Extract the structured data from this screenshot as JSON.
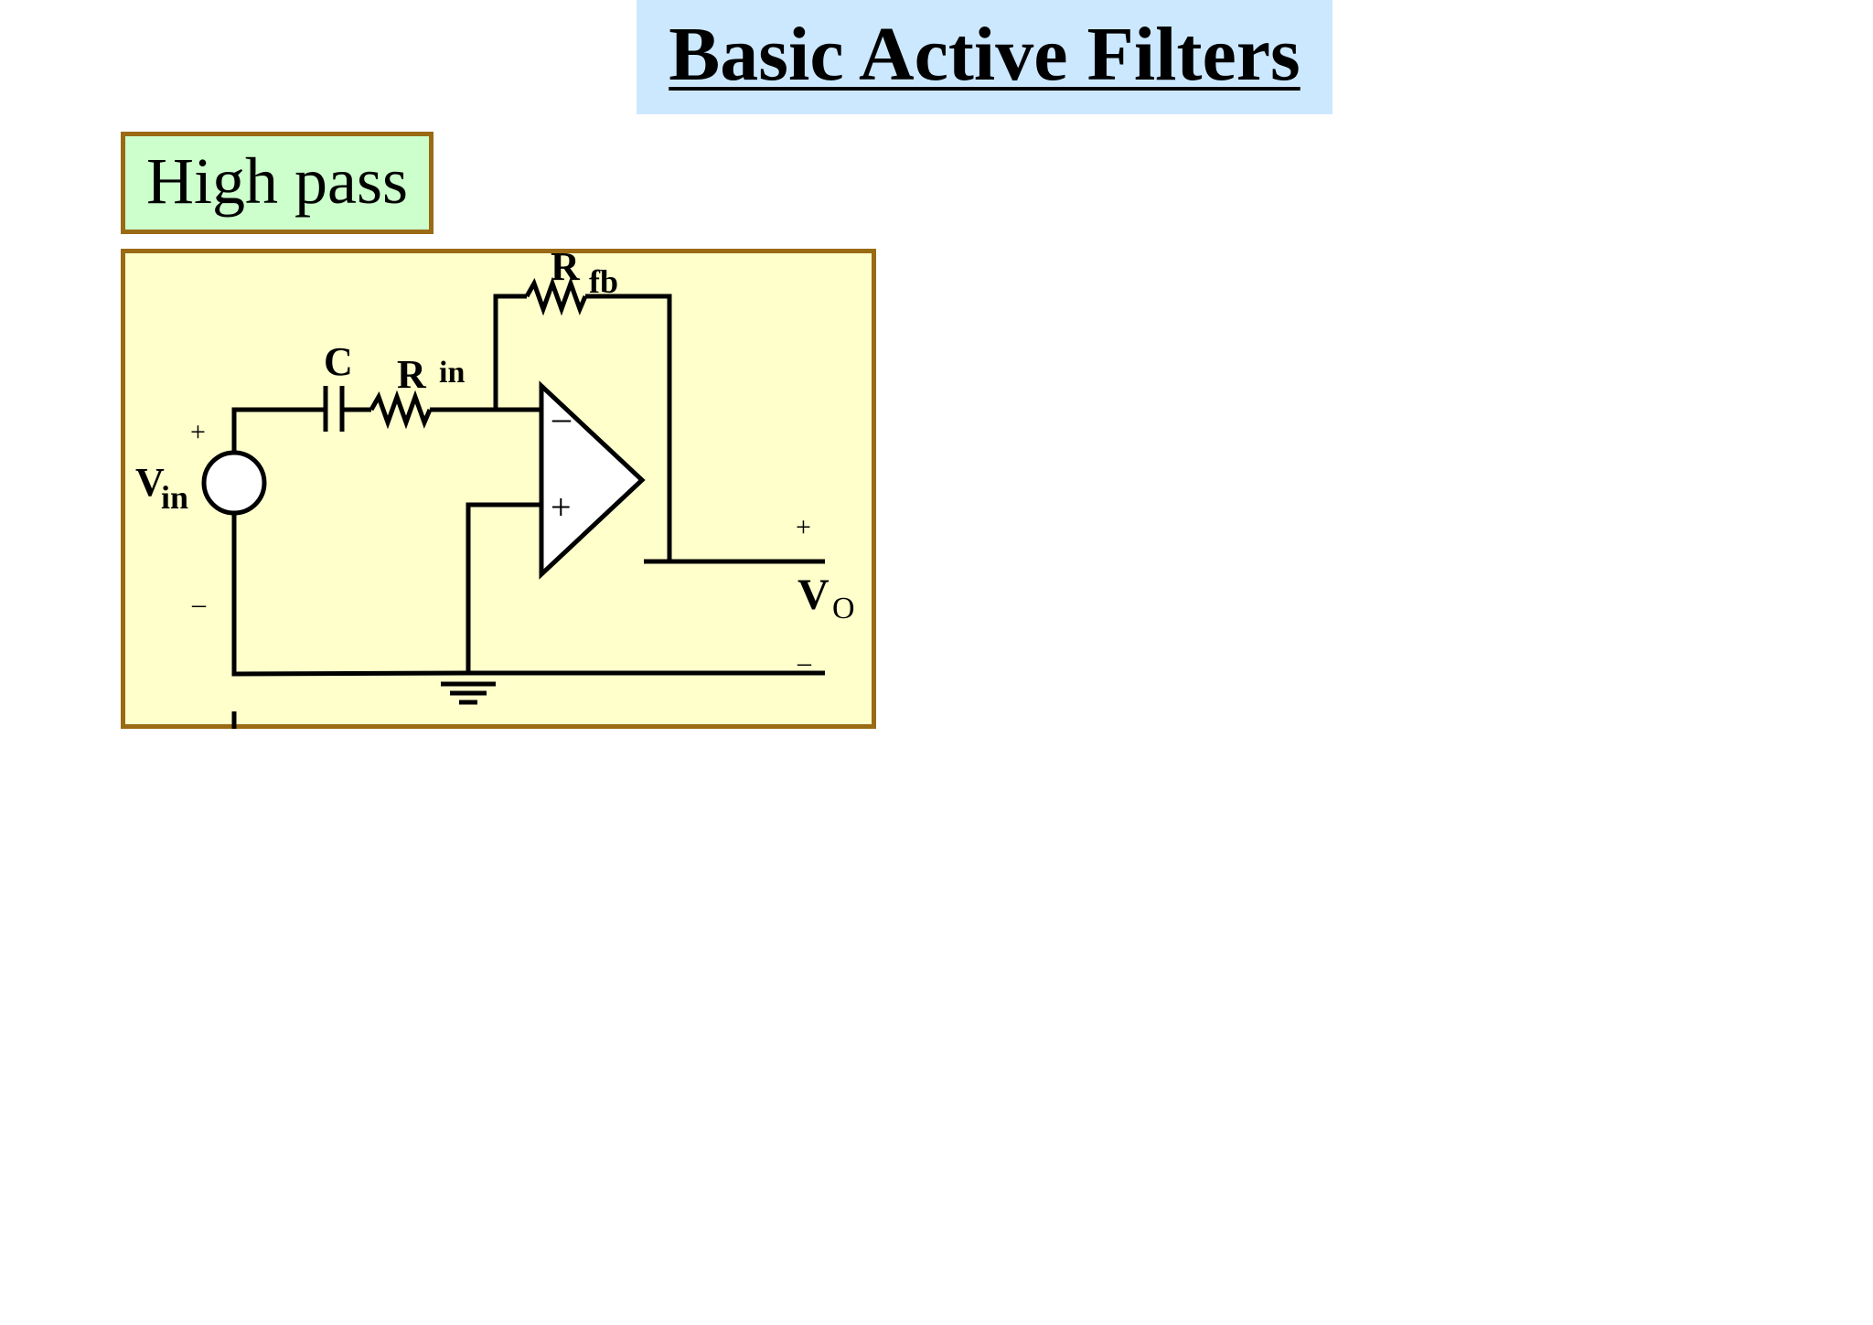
{
  "title": "Basic Active Filters",
  "subtitle": "High pass",
  "circuit": {
    "labels": {
      "capacitor": "C",
      "r_in_main": "R",
      "r_in_sub": "in",
      "r_fb_main": "R",
      "r_fb_sub": "fb",
      "vin_main": "V",
      "vin_sub": "in",
      "vin_plus": "+",
      "vin_minus": "–",
      "vo_main": "V",
      "vo_sub": "O",
      "vo_plus": "+",
      "vo_minus": "–",
      "opamp_minus": "–",
      "opamp_plus": "+"
    },
    "colors": {
      "wire": "#000000",
      "panel_fill": "#ffffcc",
      "panel_border": "#9a6a14"
    }
  }
}
